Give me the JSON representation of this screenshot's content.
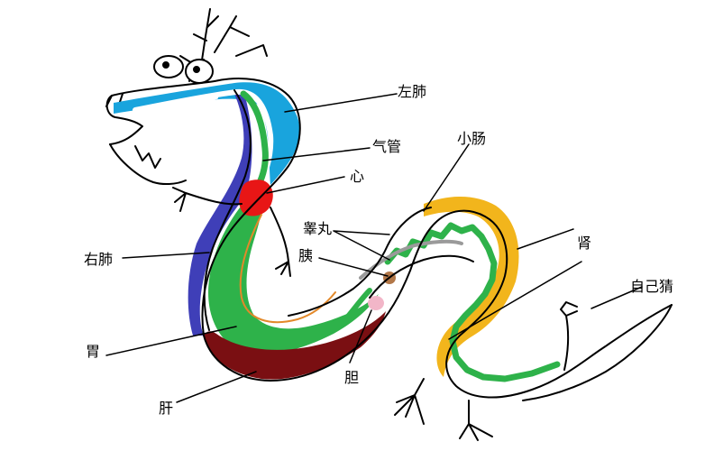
{
  "labels": {
    "left_lung": "左肺",
    "trachea": "气管",
    "heart": "心",
    "small_intestine": "小肠",
    "testicle": "睾丸",
    "pancreas": "胰",
    "kidney": "肾",
    "right_lung": "右肺",
    "self_guess": "自己猜",
    "stomach": "胃",
    "gallbladder": "胆",
    "liver": "肝"
  },
  "colors": {
    "outline": "#000000",
    "blue": "#3f3fb8",
    "light_blue": "#19a4dd",
    "green": "#2eb24a",
    "red": "#e81616",
    "dark_red": "#7a0f12",
    "yellow": "#f2b51c",
    "gray": "#9a9a9a",
    "orange": "#e3892a",
    "brown": "#b27748",
    "pink": "#f2b6c8"
  }
}
